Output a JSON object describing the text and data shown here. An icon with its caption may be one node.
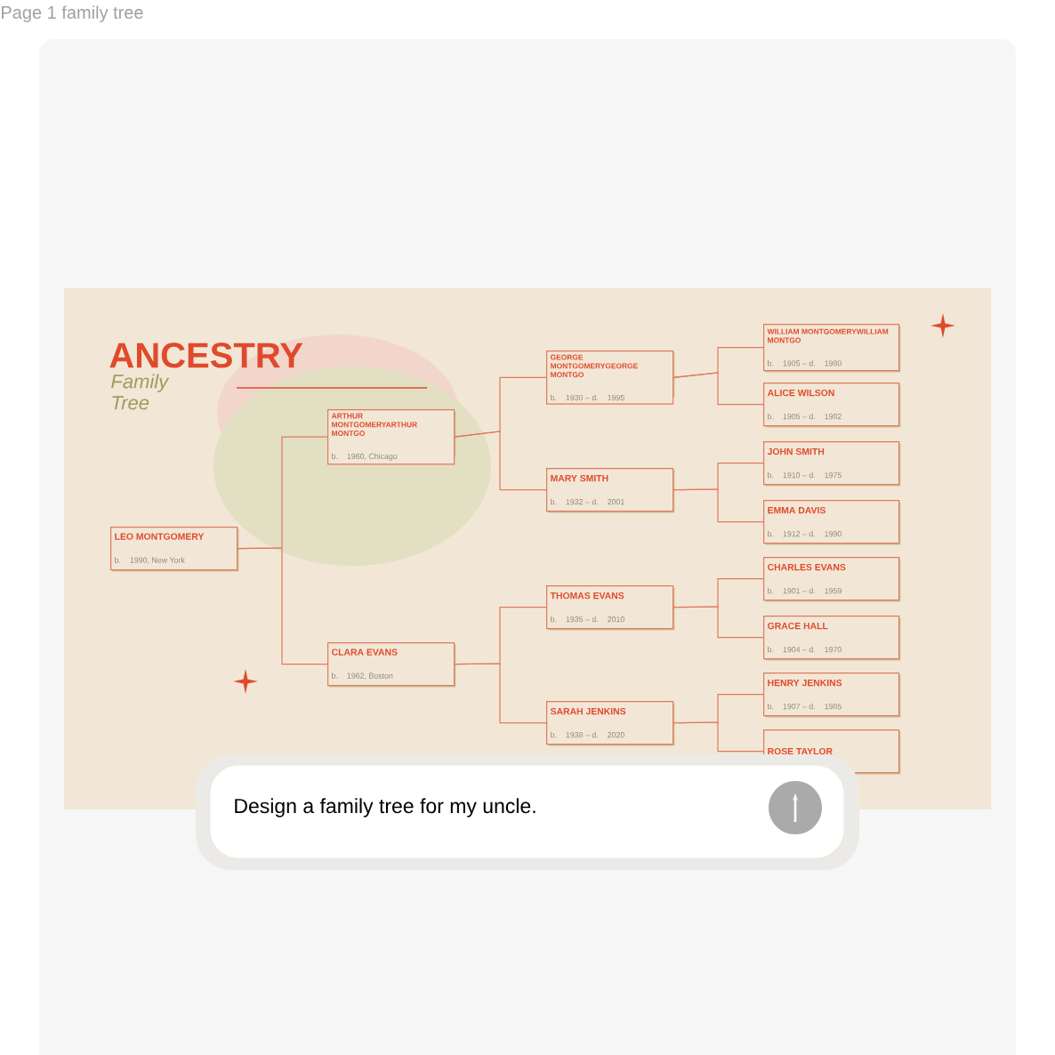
{
  "diagram": {
    "title": "ANCESTRY",
    "nodes": [
      {
        "text": [
          "LEO MONTGOMERY",
          "b. 1990, New York"
        ]
      },
      {
        "text": [
          "ARTHUR MONTGOMERYARTHUR MONTGO",
          "b. 1960, Chicago"
        ]
      },
      {
        "text": [
          "CLARA EVANS",
          "b. 1962, Boston"
        ]
      },
      {
        "text": [
          "GEORGE MONTGOMERYGEORGE MONTGO",
          "b. 1930 – d. 1995"
        ]
      },
      {
        "text": [
          "MARY SMITH",
          "b. 1932 – d. 2001"
        ]
      },
      {
        "text": [
          "THOMAS EVANS",
          "b. 1935 – d. 2010"
        ]
      },
      {
        "text": [
          "SARAH JENKINS",
          "b. 1938 – d. 2020"
        ]
      },
      {
        "text": [
          "WILLIAM MONTGOMERYWILLIAM MONTGO",
          "b. 1905 – d. 1980"
        ]
      },
      {
        "text": [
          "ALICE WILSON",
          "b. 1905 – d. 1982"
        ]
      },
      {
        "text": [
          "JOHN SMITH",
          "b. 1910 – d. 1975"
        ]
      },
      {
        "text": [
          "EMMA DAVIS",
          "b. 1912 – d. 1990"
        ]
      },
      {
        "text": [
          "CHARLES EVANS",
          "b. 1901 – d. 1959"
        ]
      },
      {
        "text": [
          "GRACE HALL",
          "b. 1904 – d. 1970"
        ]
      },
      {
        "text": [
          "HENRY JENKINS",
          "b. 1907 – d. 1985"
        ]
      },
      {
        "text": [
          "ROSE TAYLOR"
        ]
      }
    ],
    "edges": [
      {
        "from": 0,
        "to": 1,
        "arrow": "none"
      },
      {
        "from": 0,
        "to": 2,
        "arrow": "none"
      },
      {
        "from": 1,
        "to": 3,
        "arrow": "none"
      },
      {
        "from": 1,
        "to": 4,
        "arrow": "none"
      },
      {
        "from": 2,
        "to": 5,
        "arrow": "none"
      },
      {
        "from": 2,
        "to": 6,
        "arrow": "none"
      },
      {
        "from": 3,
        "to": 7,
        "arrow": "none"
      },
      {
        "from": 3,
        "to": 8,
        "arrow": "none"
      },
      {
        "from": 4,
        "to": 9,
        "arrow": "none"
      },
      {
        "from": 4,
        "to": 10,
        "arrow": "none"
      },
      {
        "from": 5,
        "to": 11,
        "arrow": "none"
      },
      {
        "from": 5,
        "to": 12,
        "arrow": "none"
      },
      {
        "from": 6,
        "to": 13,
        "arrow": "none"
      },
      {
        "from": 6,
        "to": 14,
        "arrow": "none"
      }
    ],
    "labels": [
      "Page 1 family tree",
      "Family Tree",
      "Design a family tree for my uncle."
    ]
  }
}
